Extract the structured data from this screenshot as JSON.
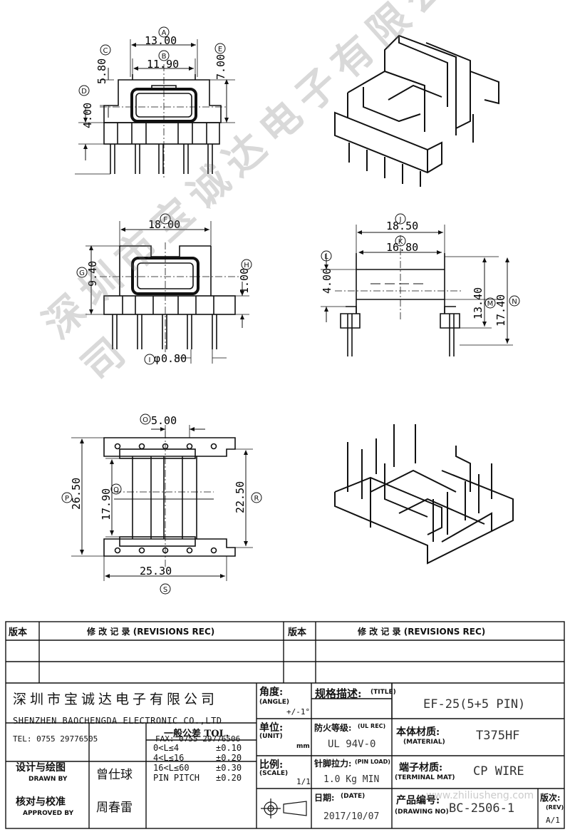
{
  "dims": {
    "A": "13.00",
    "B": "11.90",
    "C": "5.80",
    "D": "4.00",
    "E": "7.00",
    "F": "18.00",
    "G": "9.40",
    "H": "1.00",
    "I": "0.80",
    "J": "18.50",
    "K": "16.80",
    "L": "4.00",
    "M": "13.40",
    "N": "17.40",
    "O": "5.00",
    "P": "26.50",
    "Q": "17.90",
    "R": "22.50",
    "S": "25.30"
  },
  "markers": {
    "A": "A",
    "B": "B",
    "C": "C",
    "D": "D",
    "E": "E",
    "F": "F",
    "G": "G",
    "H": "H",
    "I": "I",
    "J": "J",
    "K": "K",
    "L": "L",
    "M": "M",
    "N": "N",
    "O": "O",
    "P": "P",
    "Q": "Q",
    "R": "R",
    "S": "S"
  },
  "diameter_symbol": "φ",
  "watermark": "深圳市宝诚达电子有限公司",
  "revisions": {
    "version_label": "版本",
    "record_label": "修 改 记 录  (REVISIONS REC)"
  },
  "company": {
    "name_cn": "深圳市宝诚达电子有限公司",
    "name_en": "SHENZHEN BAOCHENGDA ELECTRONIC CO.,LTD",
    "tel": "TEL: 0755 29776505",
    "fax": "FAX: 0755 29776506"
  },
  "angle": {
    "label_cn": "角度:",
    "label_en": "(ANGLE)",
    "value": "+/-1°"
  },
  "unit": {
    "label_cn": "单位:",
    "label_en": "(UNIT)",
    "value": "mm"
  },
  "scale": {
    "label_cn": "比例:",
    "label_en": "(SCALE)",
    "value": "1/1"
  },
  "title": {
    "label_cn": "规格描述:",
    "label_en": "(TITLE)",
    "value": "EF-25(5+5 PIN)"
  },
  "ul": {
    "label_cn": "防火等级:",
    "label_en": "(UL REC)",
    "value": "UL 94V-0"
  },
  "material": {
    "label_cn": "本体材质:",
    "label_en": "(MATERIAL)",
    "value": "T375HF"
  },
  "pin_load": {
    "label_cn": "针脚拉力:",
    "label_en": "(PIN LOAD)",
    "value": "1.0 Kg MIN"
  },
  "terminal": {
    "label_cn": "端子材质:",
    "label_en": "(TERMINAL MAT)",
    "value": "CP WIRE"
  },
  "date": {
    "label_cn": "日期:",
    "label_en": "(DATE)",
    "value": "2017/10/07"
  },
  "drawing_no": {
    "label_cn": "产品编号:",
    "label_en": "(DRAWING NO)",
    "value": "BC-2506-1"
  },
  "rev": {
    "label_cn": "版次:",
    "label_en": "(REV)",
    "value": "A/1"
  },
  "drawn": {
    "label_cn": "设计与绘图",
    "label_en": "DRAWN BY",
    "name": "曾仕球"
  },
  "approved": {
    "label_cn": "核对与校准",
    "label_en": "APPROVED BY",
    "name": "周春雷"
  },
  "tolerance": {
    "title": "一般公差  TOL.",
    "rows": [
      {
        "range": "0<L≤4",
        "value": "±0.10"
      },
      {
        "range": "4<L≤16",
        "value": "±0.20"
      },
      {
        "range": "16<L≤60",
        "value": "±0.30"
      },
      {
        "range": "PIN PITCH",
        "value": "±0.20"
      }
    ]
  },
  "site_watermark": "www.zhiliusheng.com"
}
